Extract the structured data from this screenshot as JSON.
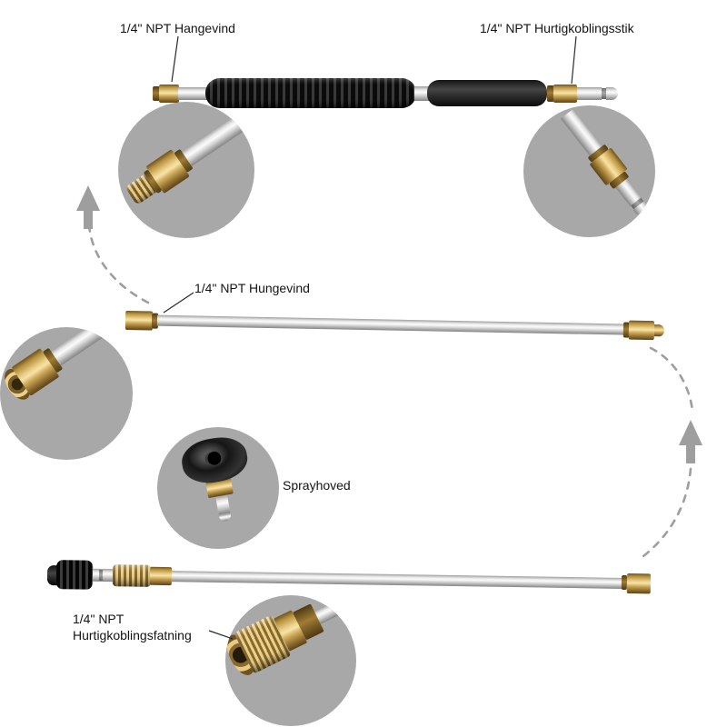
{
  "diagram": {
    "annotations": {
      "top_left": "1/4\" NPT Hangevind",
      "top_right": "1/4\" NPT Hurtigkoblingsstik",
      "middle": "1/4\" NPT Hungevind",
      "spray_head": "Sprayhoved",
      "bottom_line1": "1/4\" NPT",
      "bottom_line2": "Hurtigkoblingsfatning"
    }
  },
  "colors": {
    "inset_circle": "#a8a8a8",
    "arrow": "#9e9e9e",
    "brass": "#d2ad5e",
    "chrome": "#d5d5d5",
    "grip_black": "#1a1a1a",
    "label_text": "#141414"
  }
}
